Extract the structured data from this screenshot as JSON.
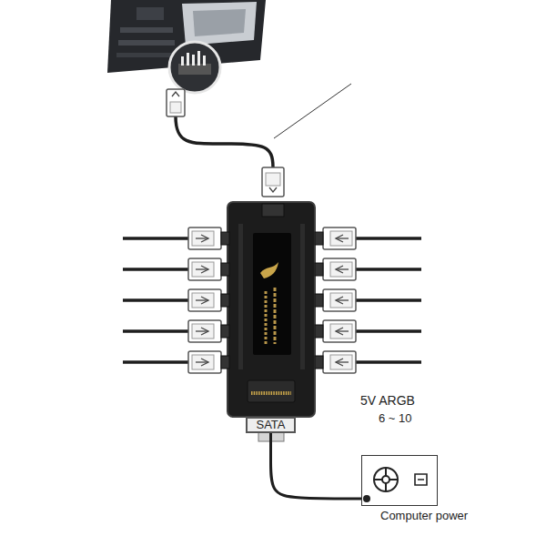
{
  "diagram": {
    "nodes": [
      {
        "text": [
          "SATA"
        ]
      },
      {
        "text": [
          "Computer power"
        ]
      }
    ],
    "edges": [
      {
        "from": 0,
        "to": 1,
        "arrow": "none"
      }
    ],
    "labels": [
      "5V ARGB",
      "6 ~ 10"
    ]
  }
}
